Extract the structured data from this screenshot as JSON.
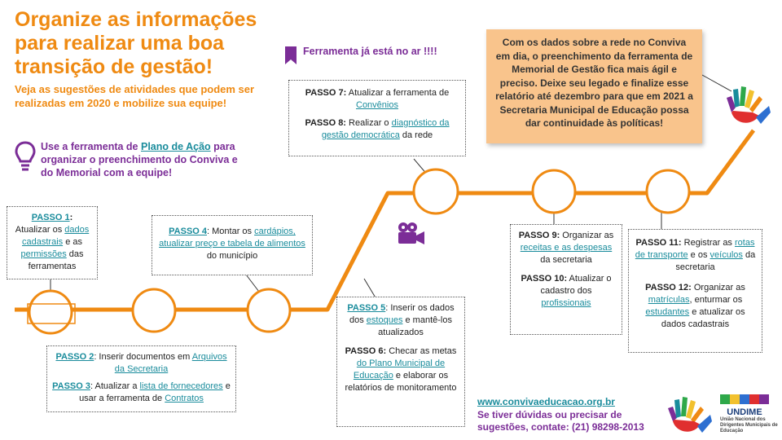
{
  "header": {
    "title": "Organize as informações para realizar uma boa transição de gestão!",
    "subtitle": "Veja as sugestões de atividades que podem ser realizadas em 2020 e mobilize sua equipe!"
  },
  "tip": {
    "prefix": "Use  a ferramenta de ",
    "link": "Plano de Ação",
    "suffix": " para organizar o preenchimento do Conviva e do Memorial com a equipe!"
  },
  "banner": {
    "live": "Ferramenta já está no ar !!!!"
  },
  "note": "Com os dados sobre a rede no Conviva em dia, o preenchimento da ferramenta de Memorial de Gestão fica mais ágil e preciso. Deixe seu legado e finalize esse relatório até dezembro para que em 2021 a Secretaria Municipal de Educação possa dar continuidade às políticas!",
  "steps": {
    "s1": {
      "label": "PASSO 1",
      "colon": ":",
      "t1": " Atualizar os ",
      "l1": "dados cadastrais",
      "t2": " e as ",
      "l2": "permissões",
      "t3": " das ferramentas"
    },
    "s2": {
      "label": "PASSO 2",
      "t1": ": Inserir documentos  em ",
      "l1": "Arquivos da Secretaria"
    },
    "s3": {
      "label": "PASSO 3",
      "t1": ": Atualizar a ",
      "l1": "lista de fornecedores",
      "t2": " e usar a ferramenta de ",
      "l2": "Contratos"
    },
    "s4": {
      "label": "PASSO 4",
      "t1": ": Montar os ",
      "l1": "cardápios, atualizar preço e tabela de alimentos",
      "t2": " do município"
    },
    "s5": {
      "label": "PASSO 5",
      "t1": ": Inserir os dados dos ",
      "l1": "estoques",
      "t2": " e mantê-los atualizados"
    },
    "s6": {
      "label": "PASSO 6:",
      "t1": " Checar as metas ",
      "l1": "do Plano Municipal de Educação",
      "t2": " e elaborar os relatórios de monitoramento"
    },
    "s7": {
      "label": "PASSO 7:",
      "t1": " Atualizar a ferramenta de ",
      "l1": "Convênios"
    },
    "s8": {
      "label": "PASSO 8:",
      "t1": " Realizar o ",
      "l1": "diagnóstico da gestão democrática",
      "t2": " da rede"
    },
    "s9": {
      "label": "PASSO 9:",
      "t1": " Organizar as ",
      "l1": "receitas e as despesas",
      "t2": " da secretaria"
    },
    "s10": {
      "label": "PASSO 10:",
      "t1": " Atualizar o cadastro dos ",
      "l1": "profissionais"
    },
    "s11": {
      "label": "PASSO 11:",
      "t1": " Registrar as ",
      "l1": "rotas de transporte",
      "t2": " e os ",
      "l2": "veículos",
      "t3": " da secretaria"
    },
    "s12": {
      "label": "PASSO 12:",
      "t1": " Organizar as ",
      "l1": "matrículas",
      "t2": ", enturmar os ",
      "l2": "estudantes",
      "t3": " e atualizar os dados cadastrais"
    }
  },
  "footer": {
    "url": "www.convivaeducacao.org.br",
    "contact": "Se tiver dúvidas ou precisar de sugestões,  contate: (21)  98298-2013",
    "undime": "UNDIME",
    "undime_sub": "União Nacional dos Dirigentes Municipais de Educação"
  },
  "colors": {
    "orange": "#ef8a12",
    "purple": "#7b2d97",
    "teal": "#1a8c9c",
    "note_bg": "#f9c48c"
  },
  "icons": [
    "lightbulb-icon",
    "bookmark-icon",
    "movie-camera-icon",
    "hands-logo-icon"
  ]
}
